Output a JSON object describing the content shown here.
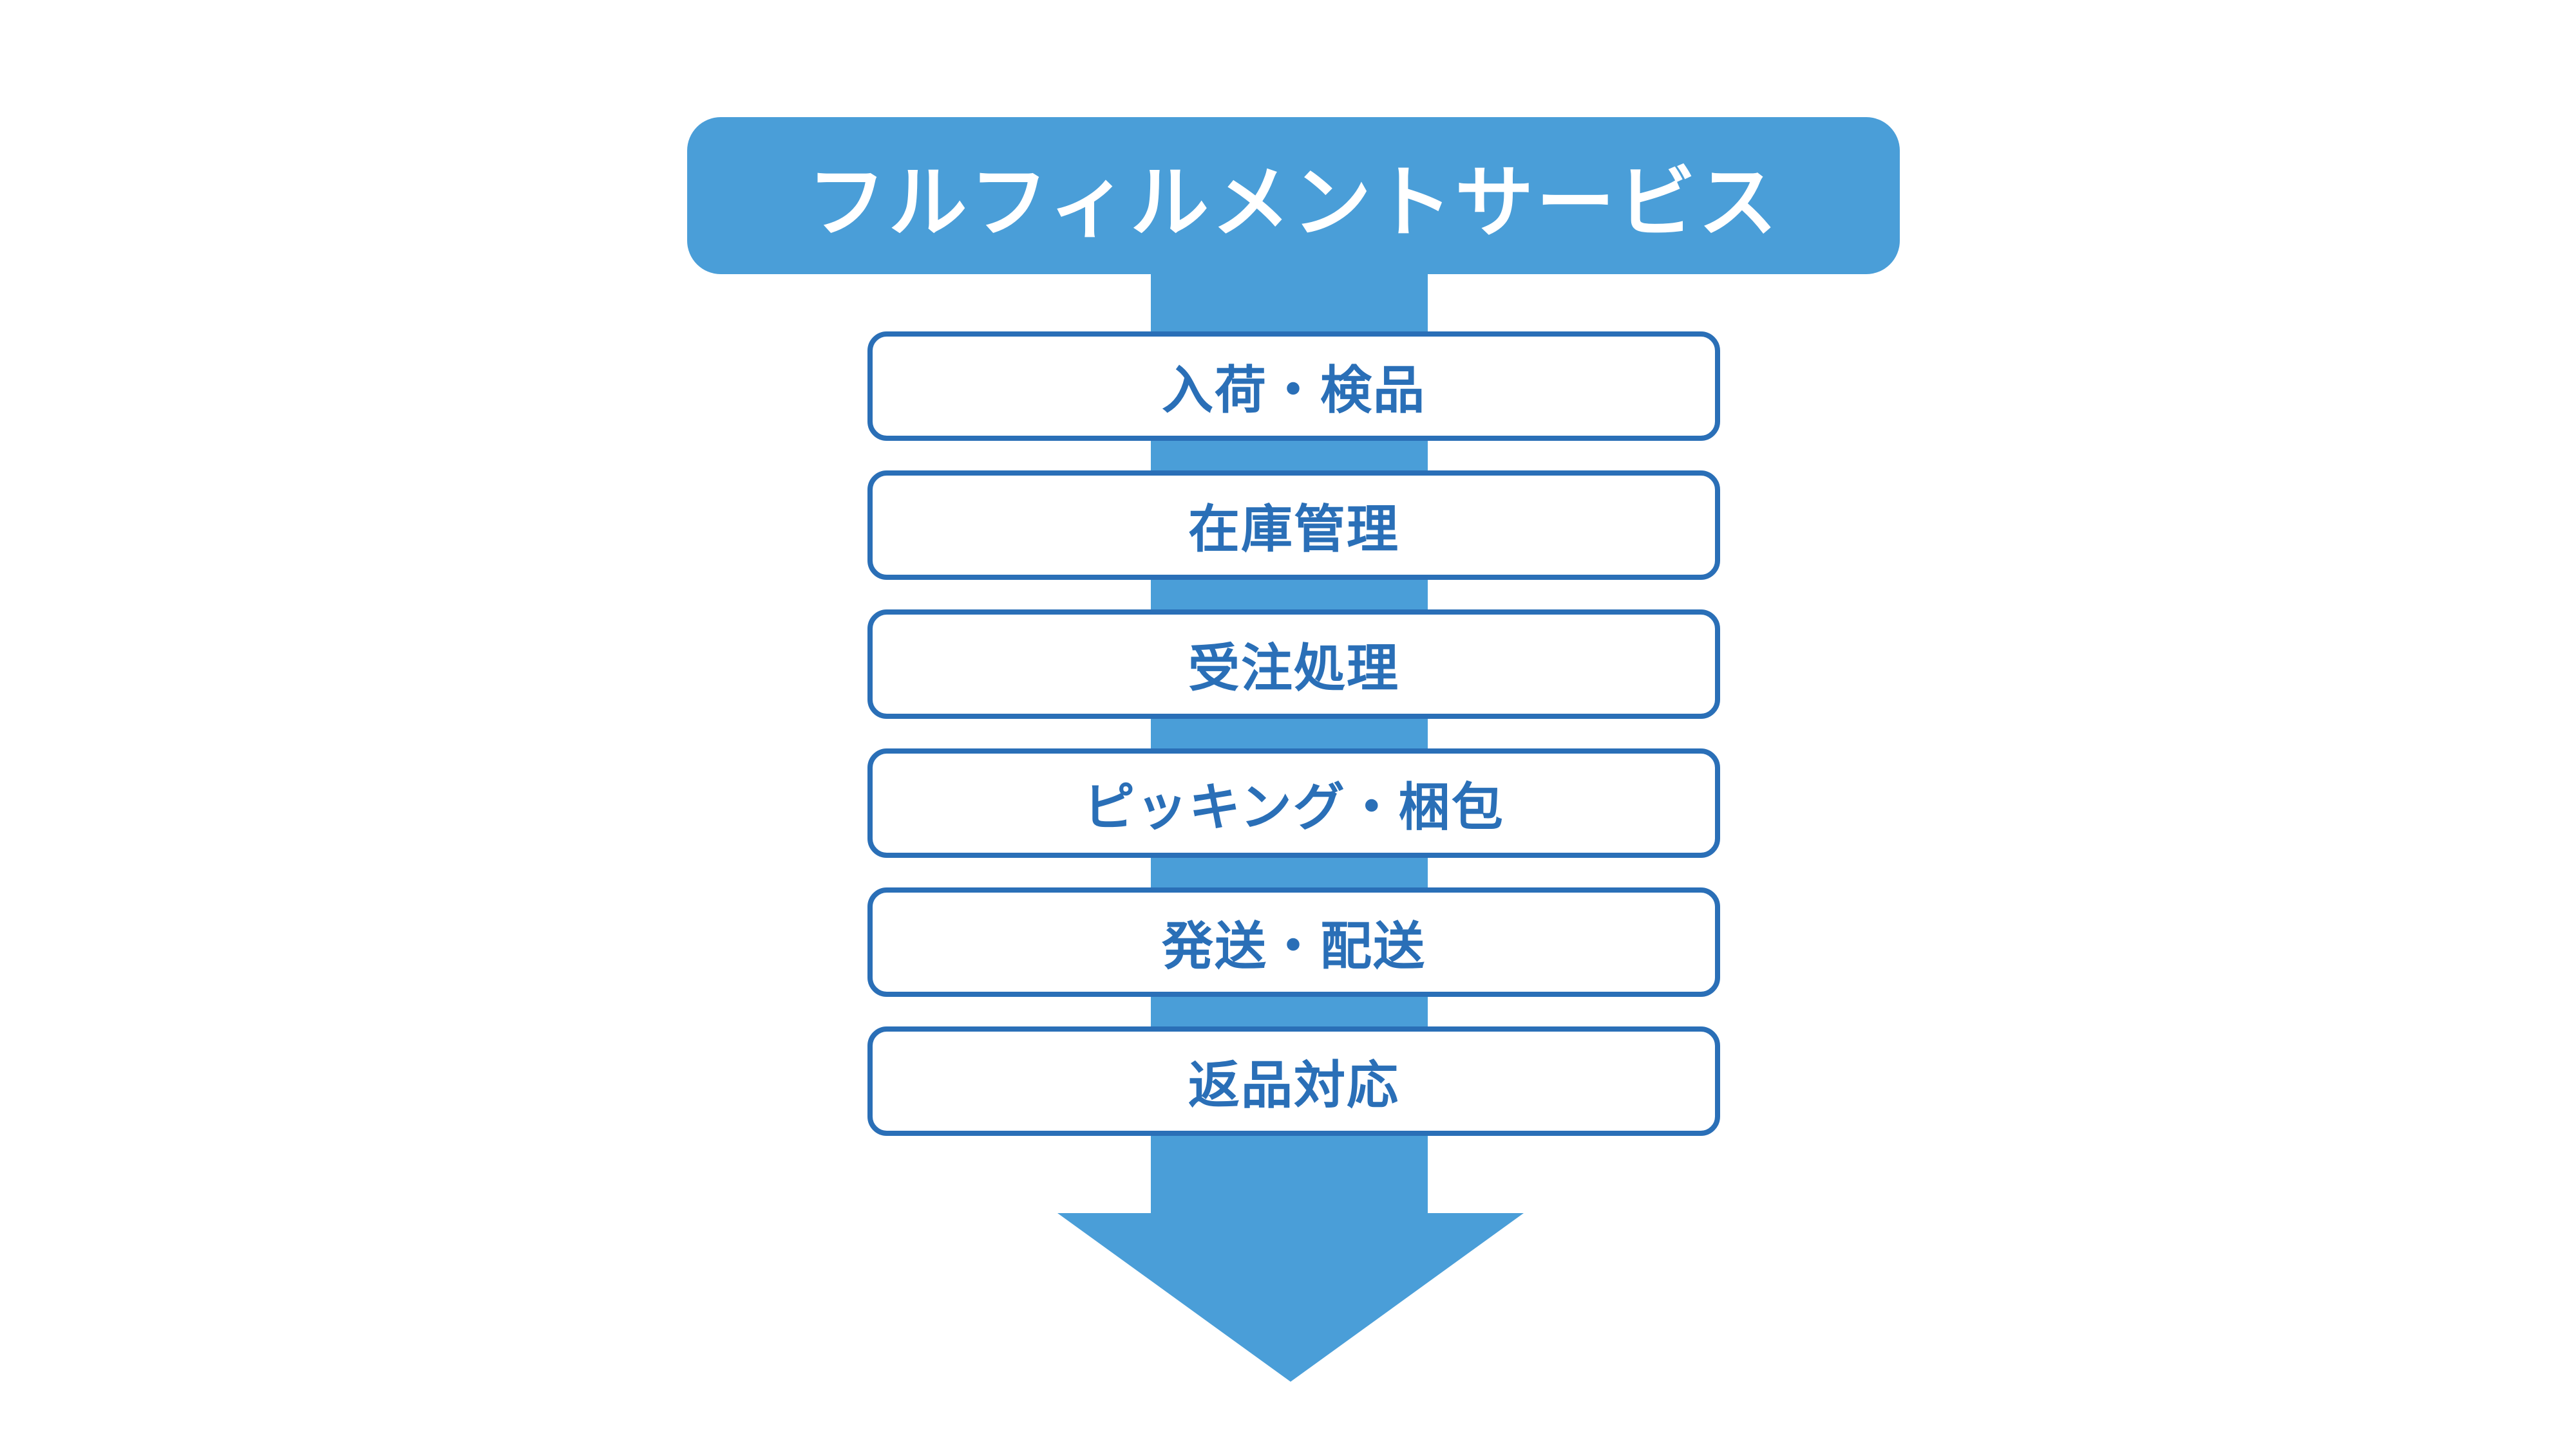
{
  "colors": {
    "accent": "#4a9ed8",
    "step_text": "#2a6fb7",
    "step_border": "#2a6fb7",
    "background": "#ffffff"
  },
  "header": {
    "title": "フルフィルメントサービス"
  },
  "steps": [
    {
      "label": "入荷・検品"
    },
    {
      "label": "在庫管理"
    },
    {
      "label": "受注処理"
    },
    {
      "label": "ピッキング・梱包"
    },
    {
      "label": "発送・配送"
    },
    {
      "label": "返品対応"
    }
  ]
}
